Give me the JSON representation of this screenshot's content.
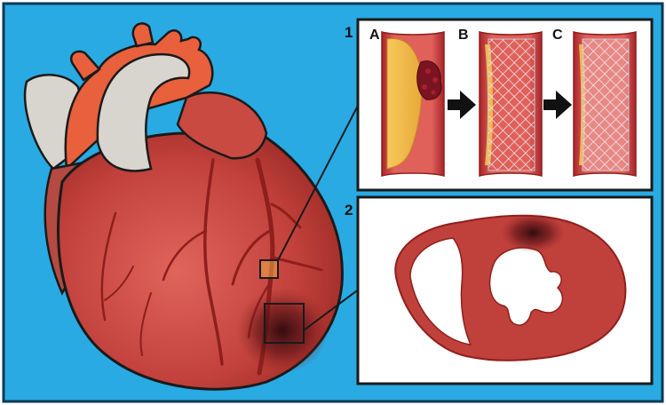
{
  "panel_1": {
    "number": "1",
    "steps": [
      "A",
      "B",
      "C"
    ]
  },
  "panel_2": {
    "number": "2"
  },
  "colors": {
    "background": "#29aae2",
    "heart_muscle": "#c0403c",
    "heart_shadow": "#8e2420",
    "vessel": "#e06045",
    "vein_gray": "#d8d4ce",
    "plaque": "#f2b84a",
    "clot": "#7a1420",
    "stent": "#e8e8ee",
    "infarct": "#3a0e10",
    "outline": "#1a1a1a"
  }
}
